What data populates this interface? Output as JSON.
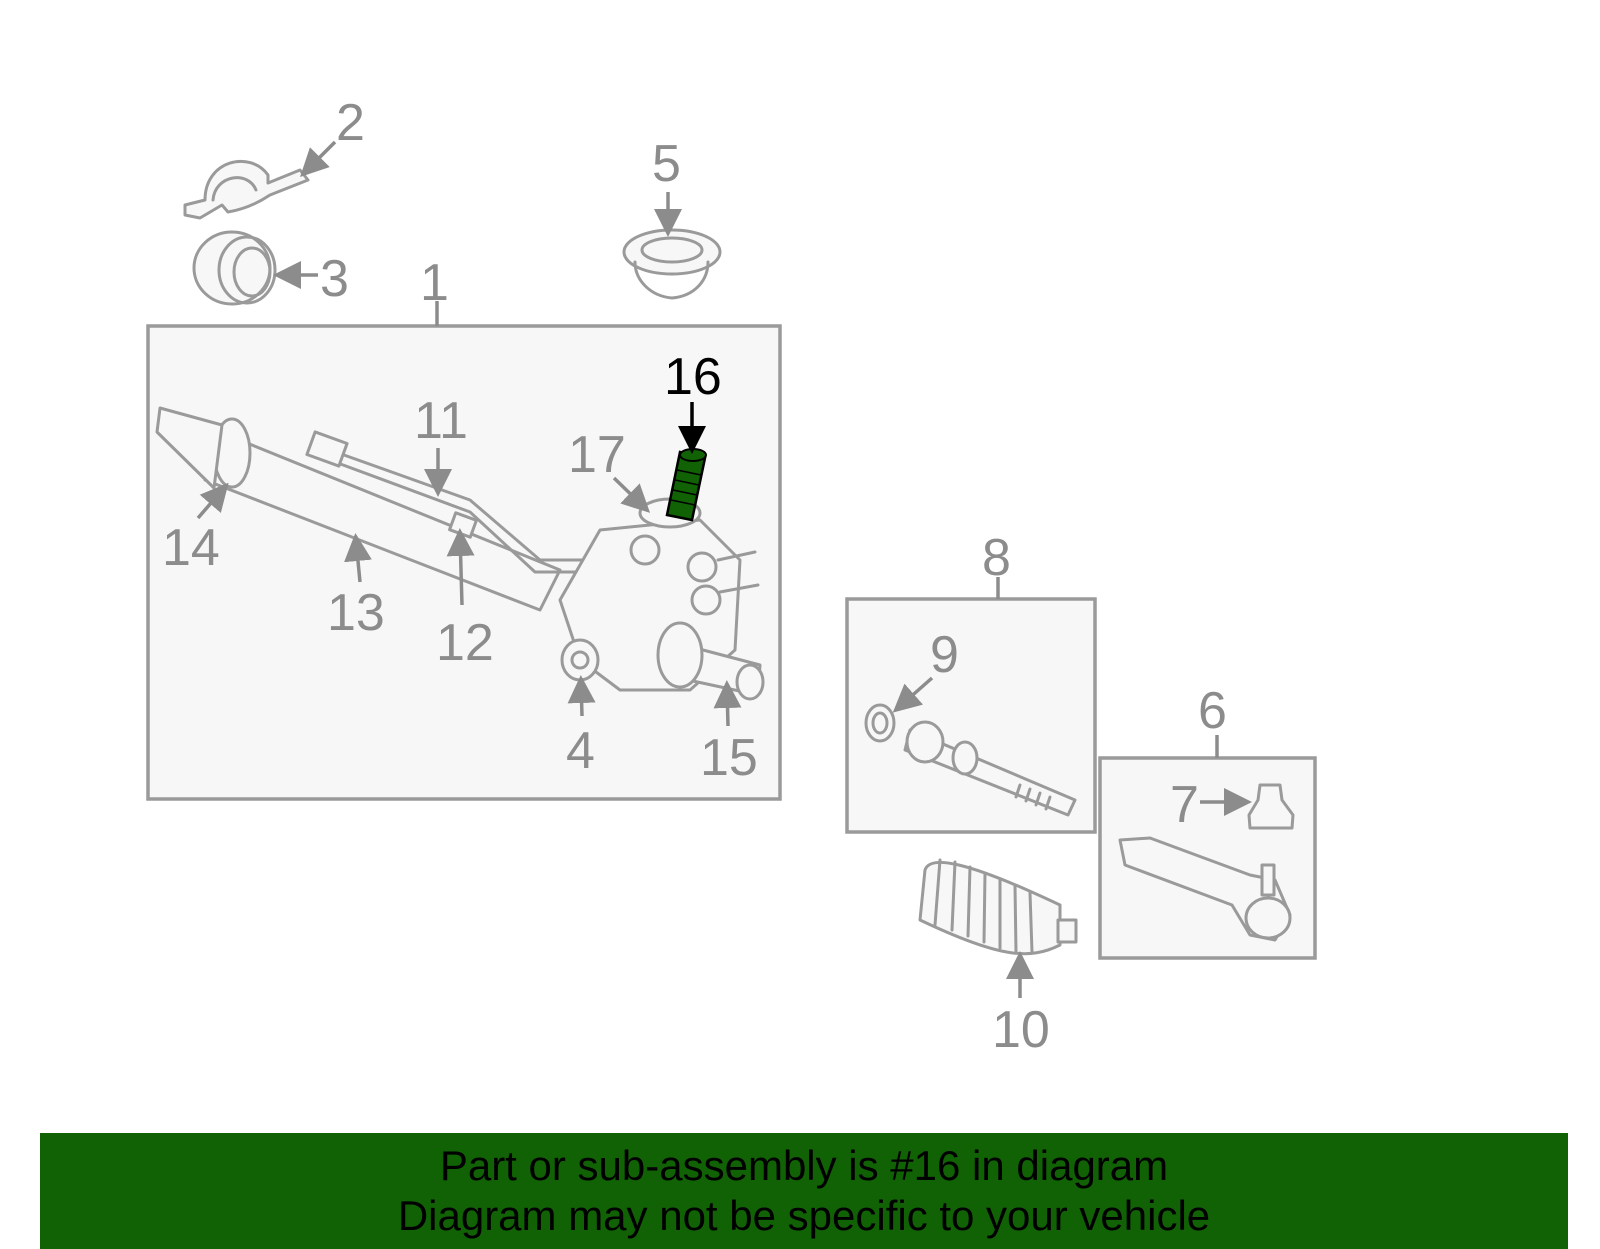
{
  "diagram": {
    "callouts": {
      "c1": "1",
      "c2": "2",
      "c3": "3",
      "c4": "4",
      "c5": "5",
      "c6": "6",
      "c7": "7",
      "c8": "8",
      "c9": "9",
      "c10": "10",
      "c11": "11",
      "c12": "12",
      "c13": "13",
      "c14": "14",
      "c15": "15",
      "c16": "16",
      "c17": "17"
    },
    "highlighted_part": "16",
    "colors": {
      "highlight": "#116105",
      "line": "#9a9a9a",
      "label": "#8c8c8c",
      "banner": "#116105"
    }
  },
  "banner": {
    "line1": "Part or sub-assembly is #16 in diagram",
    "line2": "Diagram may not be specific to your vehicle"
  }
}
